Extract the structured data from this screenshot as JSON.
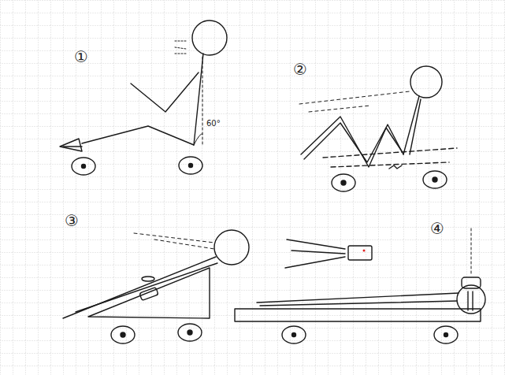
{
  "diagram": {
    "labels": [
      "①",
      "60°",
      "②",
      "③",
      "④"
    ]
  }
}
